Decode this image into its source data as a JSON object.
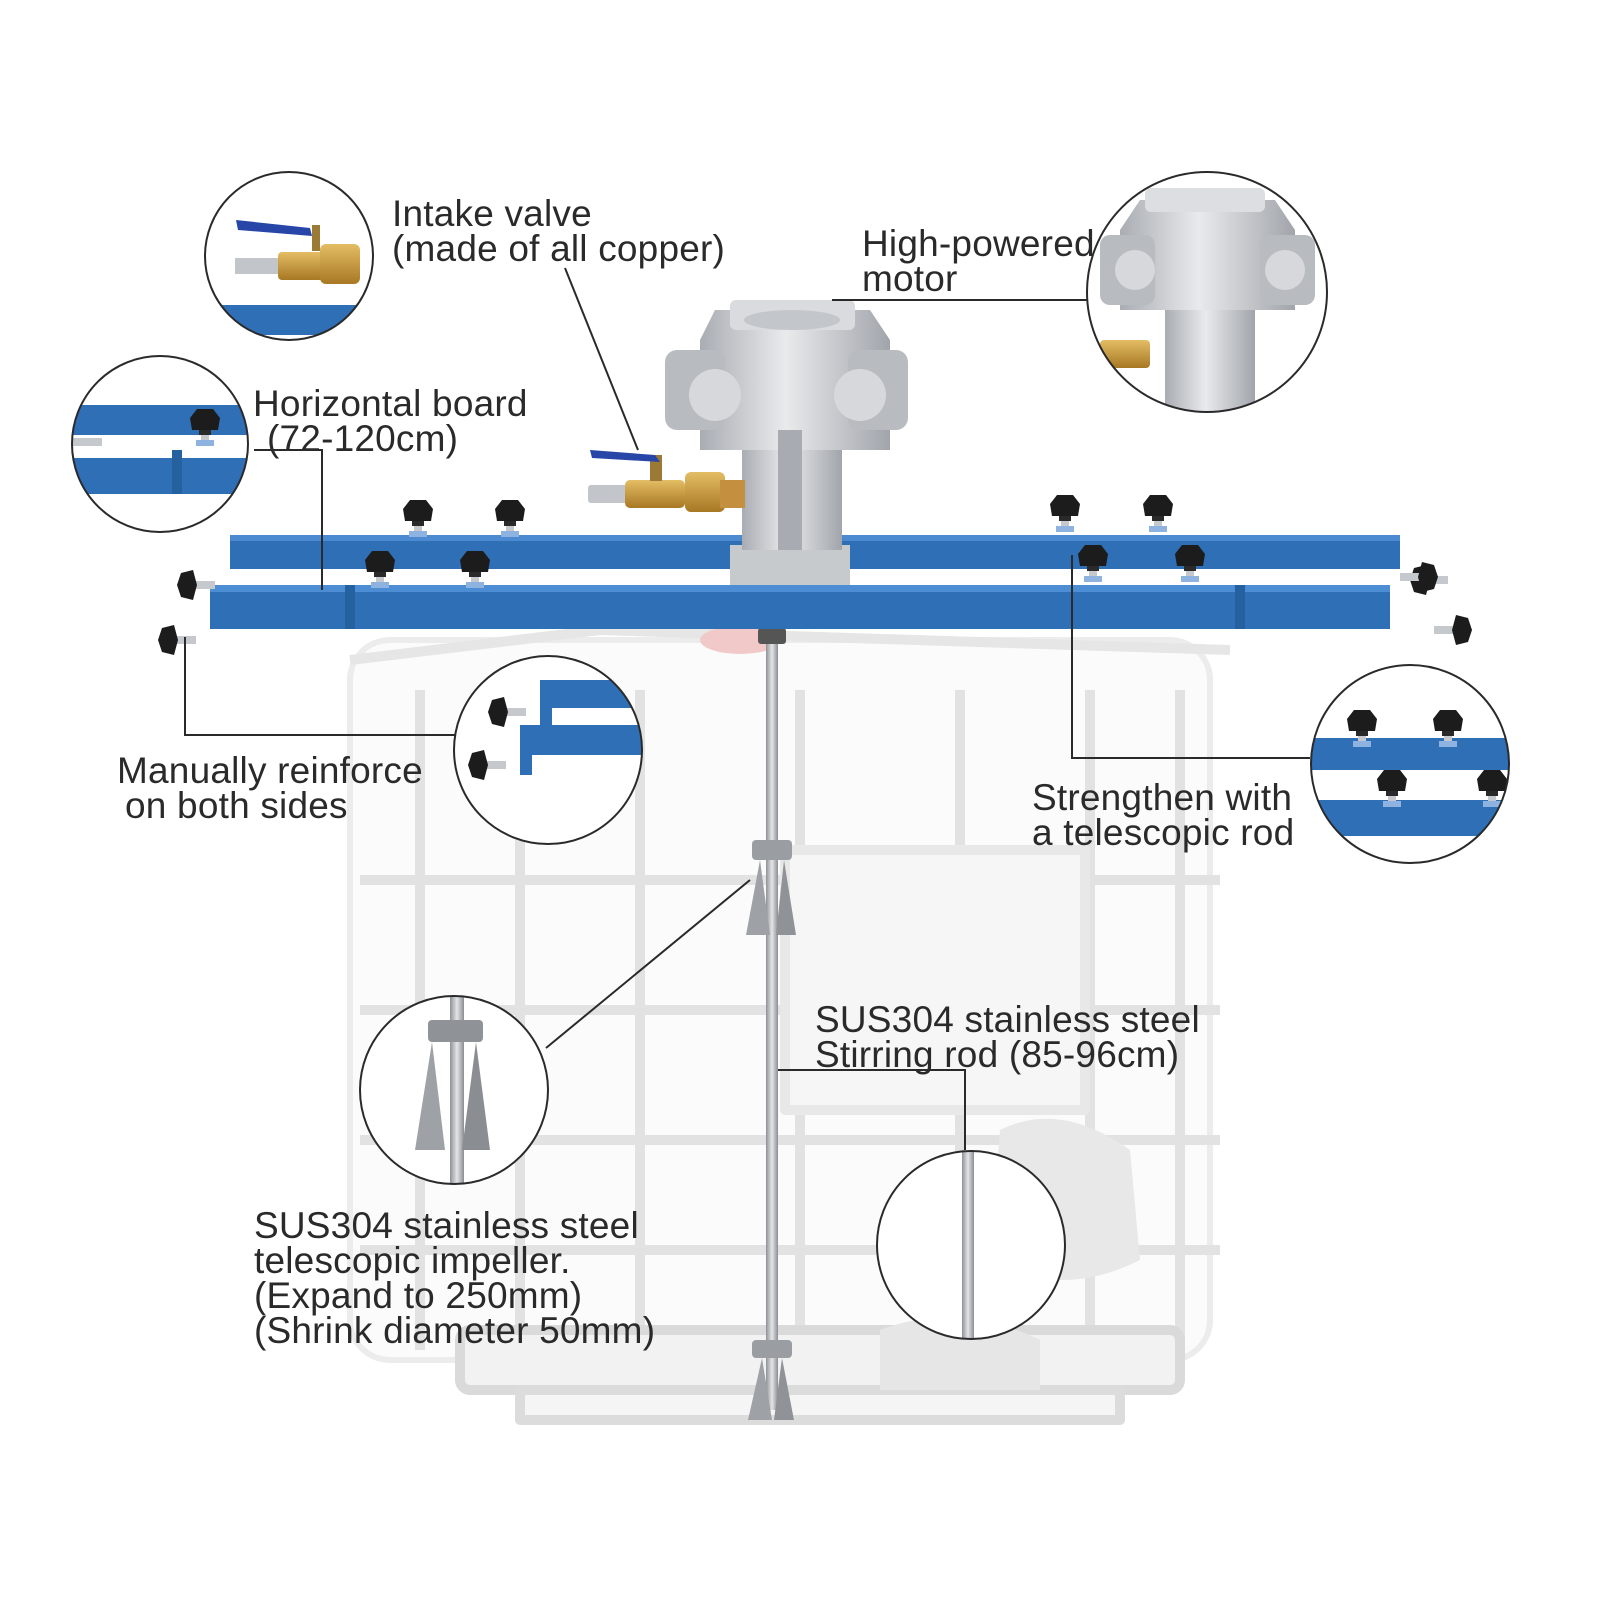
{
  "callouts": {
    "intake_valve": {
      "line1": "Intake valve",
      "line2": "(made of all copper)"
    },
    "motor": {
      "line1": "High-powered",
      "line2": "motor"
    },
    "horizontal_board": {
      "line1": "Horizontal board",
      "line2": "(72-120cm)"
    },
    "reinforce": {
      "line1": "Manually reinforce",
      "line2": "on both sides"
    },
    "telescopic_rod": {
      "line1": "Strengthen with",
      "line2": "a telescopic rod"
    },
    "stirring_rod": {
      "line1": "SUS304 stainless steel",
      "line2": "Stirring rod (85-96cm)"
    },
    "impeller": {
      "line1": "SUS304 stainless steel",
      "line2": "telescopic impeller.",
      "line3": "(Expand to 250mm)",
      "line4": "(Shrink diameter 50mm)"
    }
  },
  "colors": {
    "frame_blue": "#2f6fb5",
    "knob_black": "#1c1c1c",
    "aluminum": "#c9ccd0",
    "brass": "#c99a3a",
    "valve_handle": "#2846a8",
    "tank_outline": "#e2e2e2",
    "leader_line": "#2a2a2a"
  },
  "icons": [
    "intake-valve-icon",
    "motor-icon",
    "knob-icon",
    "impeller-icon",
    "ibc-tank-icon"
  ]
}
